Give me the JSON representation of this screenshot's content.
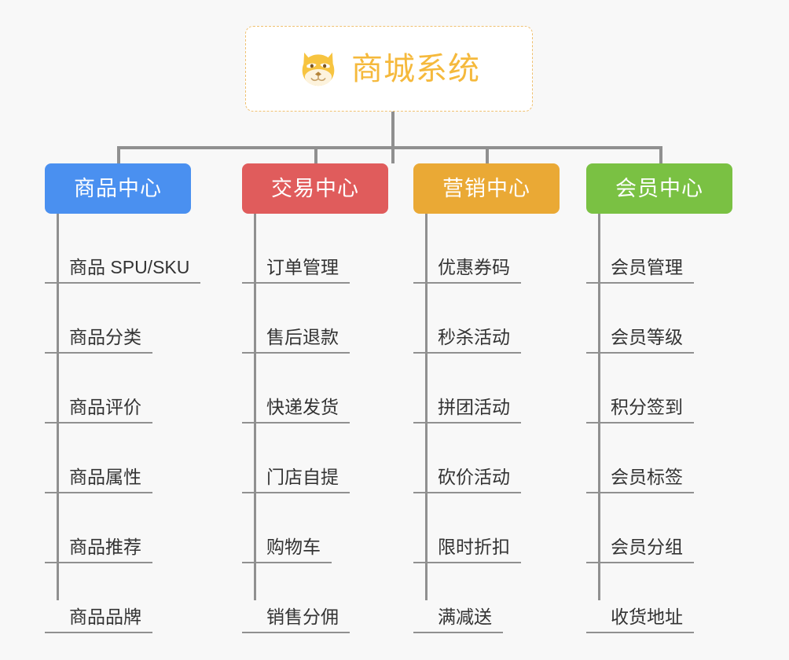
{
  "background_color": "#f8f8f8",
  "root": {
    "title": "商城系统",
    "icon": "shiba-dog-face-icon",
    "border_color": "#f0c171",
    "text_color": "#f5b93c",
    "fill_color": "#ffffff"
  },
  "connector_color": "#909090",
  "columns": [
    {
      "label": "商品中心",
      "color": "#4a90f0",
      "leaves": [
        "商品 SPU/SKU",
        "商品分类",
        "商品评价",
        "商品属性",
        "商品推荐",
        "商品品牌"
      ]
    },
    {
      "label": "交易中心",
      "color": "#e05c5c",
      "leaves": [
        "订单管理",
        "售后退款",
        "快递发货",
        "门店自提",
        "购物车",
        "销售分佣"
      ]
    },
    {
      "label": "营销中心",
      "color": "#eaa935",
      "leaves": [
        "优惠券码",
        "秒杀活动",
        "拼团活动",
        "砍价活动",
        "限时折扣",
        "满减送"
      ]
    },
    {
      "label": "会员中心",
      "color": "#7ac143",
      "leaves": [
        "会员管理",
        "会员等级",
        "积分签到",
        "会员标签",
        "会员分组",
        "收货地址"
      ]
    }
  ]
}
